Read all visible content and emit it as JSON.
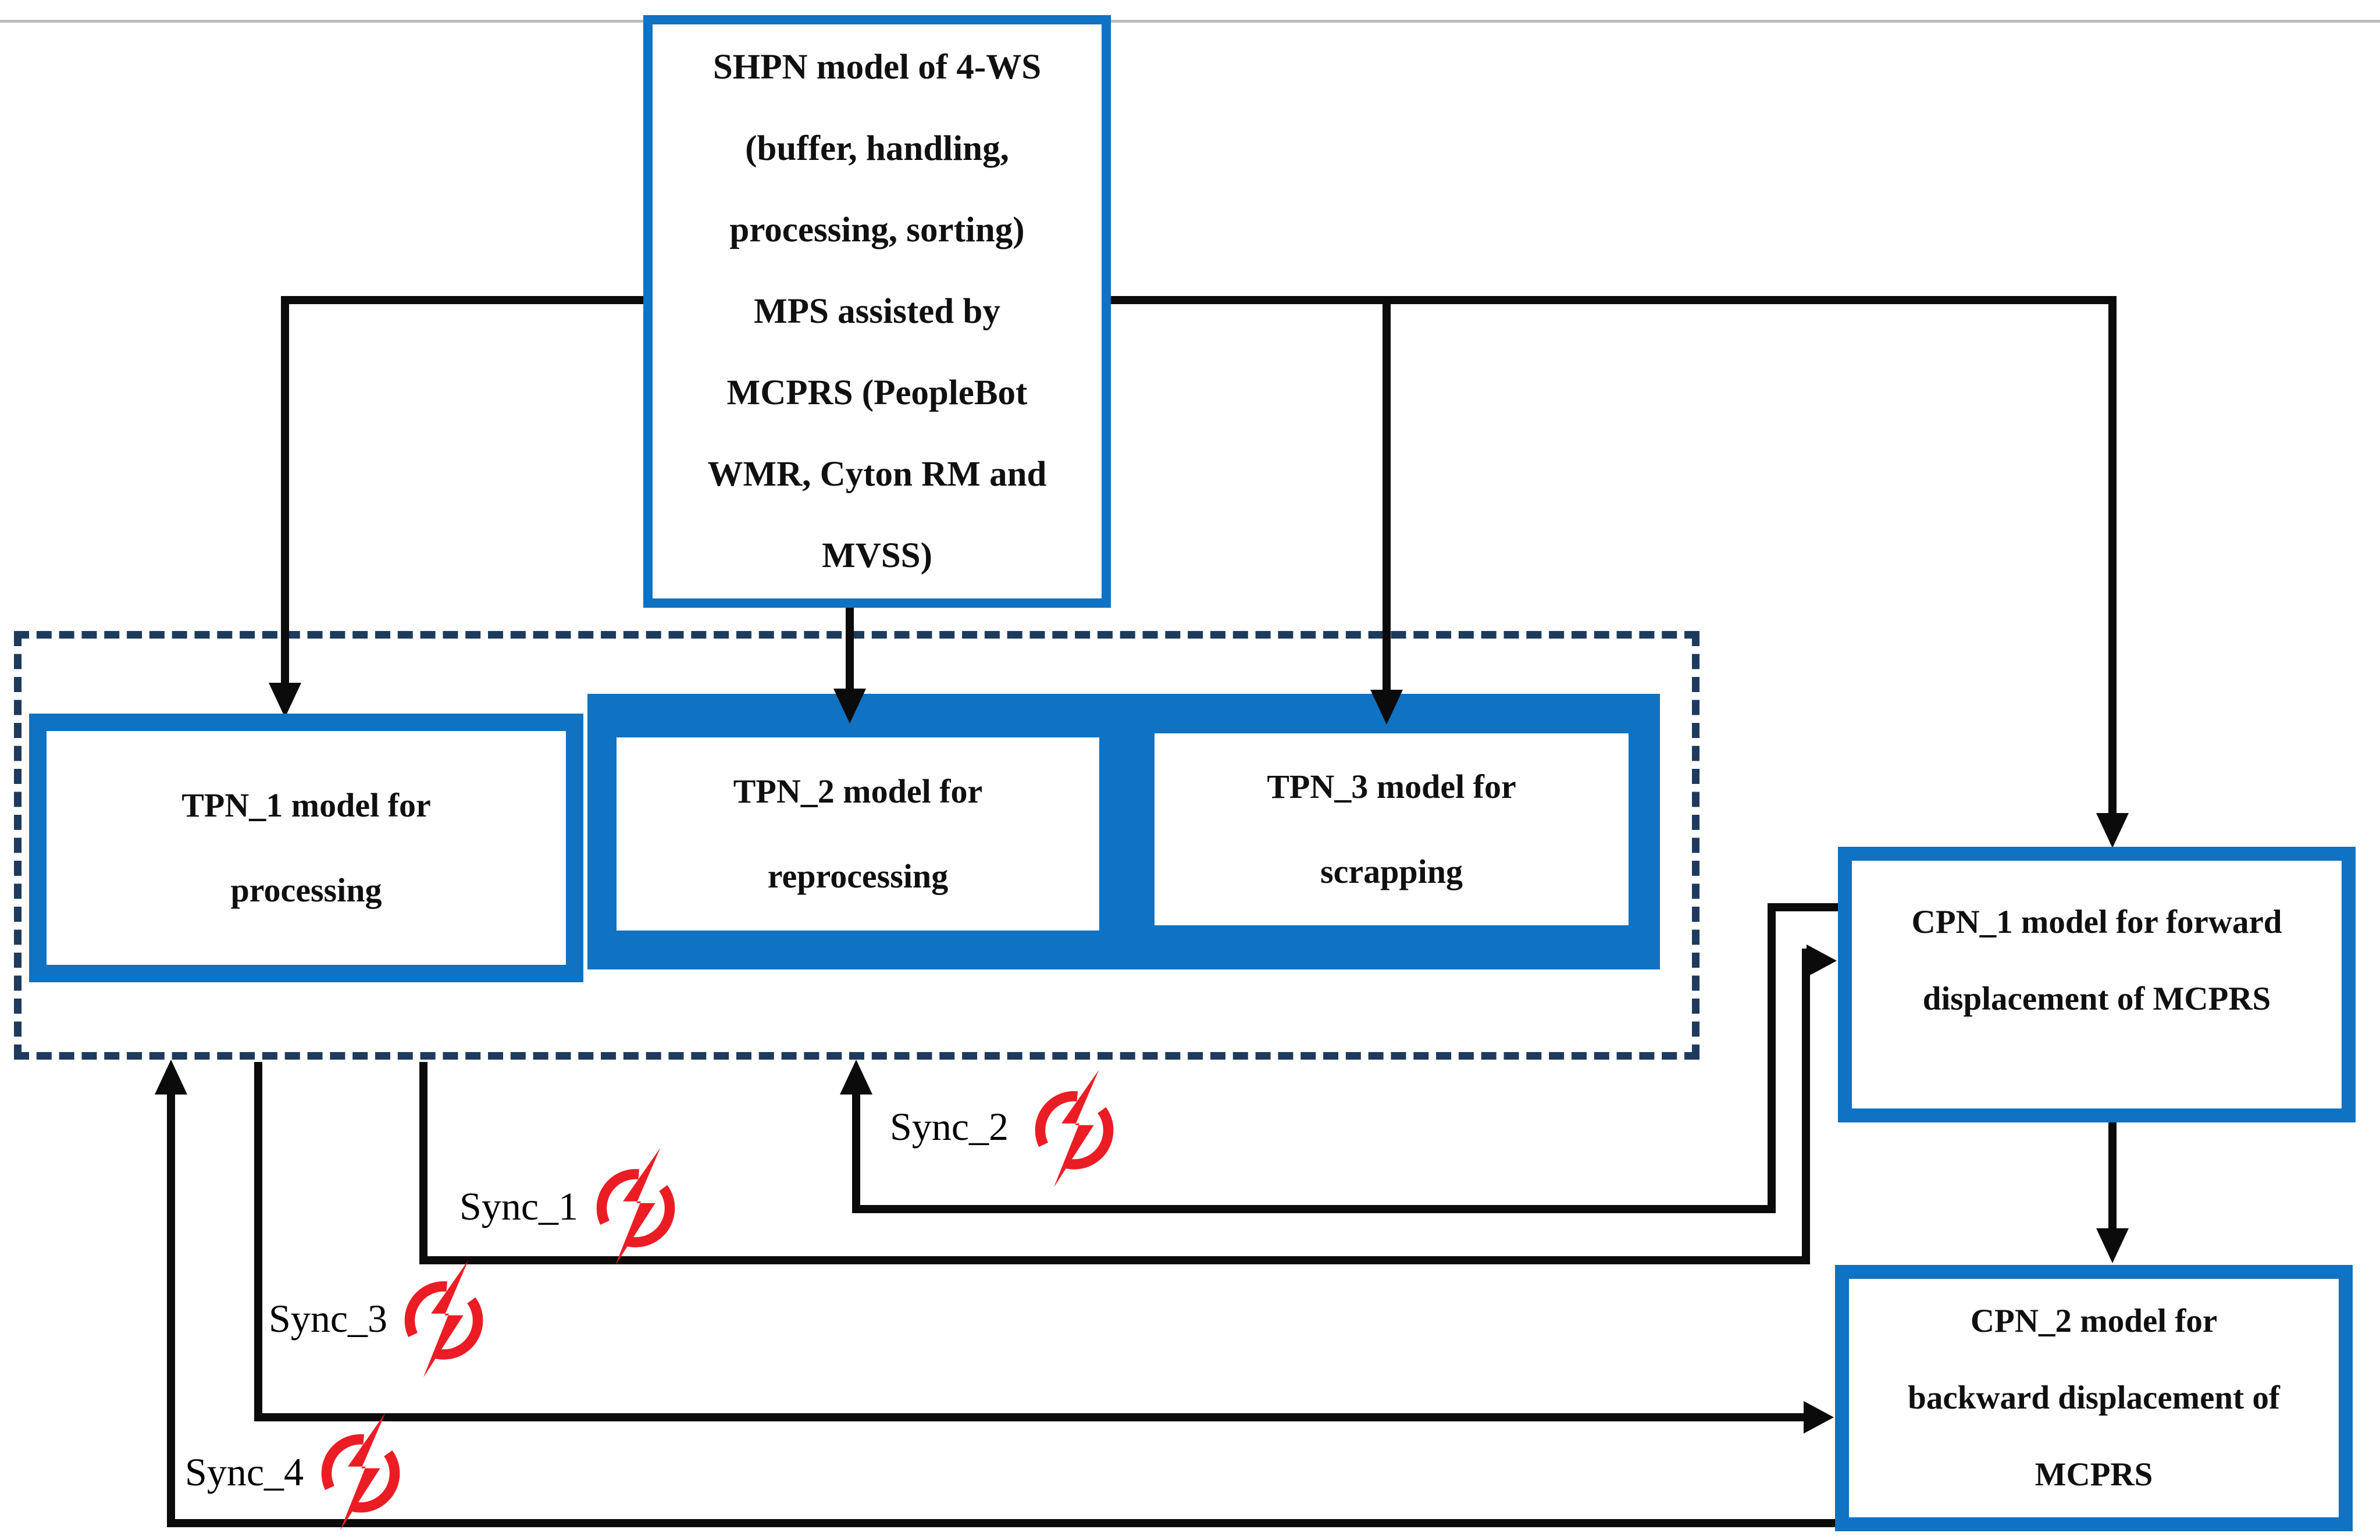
{
  "colors": {
    "accent_blue": "#0f72c2",
    "dash_navy": "#1e3a5c",
    "bolt_red": "#ec1c24",
    "line_black": "#0b0b0b",
    "top_rule_grey": "#bdbdbd"
  },
  "shpn": {
    "lines": [
      "SHPN model of 4-WS",
      "(buffer, handling,",
      "processing, sorting)",
      "MPS assisted by",
      "MCPRS (PeopleBot",
      "WMR, Cyton RM and",
      "MVSS)"
    ]
  },
  "tpn1": {
    "line1": "TPN_1 model for",
    "line2": "processing"
  },
  "tpn2": {
    "line1": "TPN_2 model for",
    "line2": "reprocessing"
  },
  "tpn3": {
    "line1": "TPN_3 model for",
    "line2": "scrapping"
  },
  "cpn1": {
    "line1": "CPN_1 model for forward",
    "line2": "displacement of MCPRS"
  },
  "cpn2": {
    "line1": "CPN_2 model for",
    "line2": "backward displacement of",
    "line3": "MCPRS"
  },
  "sync": {
    "sync1": "Sync_1",
    "sync2": "Sync_2",
    "sync3": "Sync_3",
    "sync4": "Sync_4",
    "icon": "lightning-in-circle"
  }
}
